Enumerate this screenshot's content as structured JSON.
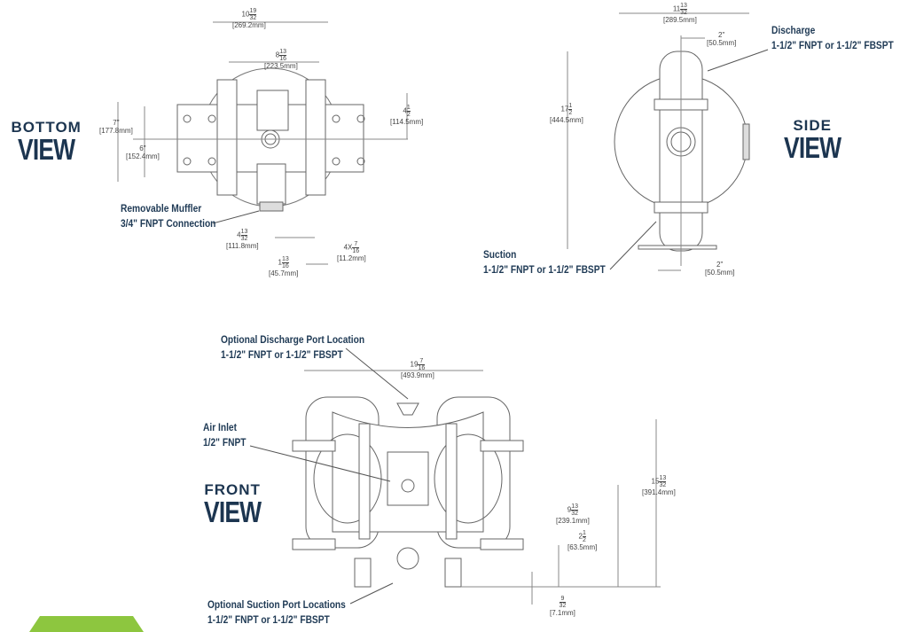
{
  "bottom_view": {
    "title_top": "BOTTOM",
    "title_bottom": "VIEW",
    "muffler_line1": "Removable Muffler",
    "muffler_line2": "3/4\" FNPT Connection",
    "dims": [
      {
        "whole": "10",
        "num": "19",
        "den": "32",
        "mm": "[269.2mm]"
      },
      {
        "whole": "8",
        "num": "13",
        "den": "16",
        "mm": "[223.5mm]"
      },
      {
        "whole": "4",
        "num": "1",
        "den": "2",
        "mm": "[114.5mm]"
      },
      {
        "whole": "7\"",
        "num": "",
        "den": "",
        "mm": "[177.8mm]"
      },
      {
        "whole": "6\"",
        "num": "",
        "den": "",
        "mm": "[152.4mm]"
      },
      {
        "whole": "4",
        "num": "13",
        "den": "32",
        "mm": "[111.8mm]"
      },
      {
        "whole": "1",
        "num": "13",
        "den": "16",
        "mm": "[45.7mm]"
      },
      {
        "whole": "4X",
        "num": "7",
        "den": "16",
        "mm": "[11.2mm]"
      }
    ]
  },
  "side_view": {
    "title_top": "SIDE",
    "title_bottom": "VIEW",
    "discharge_line1": "Discharge",
    "discharge_line2": "1-1/2\" FNPT or 1-1/2\" FBSPT",
    "suction_line1": "Suction",
    "suction_line2": "1-1/2\" FNPT or 1-1/2\" FBSPT",
    "dims": [
      {
        "whole": "11",
        "num": "13",
        "den": "32",
        "mm": "[289.5mm]"
      },
      {
        "whole": "2\"",
        "num": "",
        "den": "",
        "mm": "[50.5mm]"
      },
      {
        "whole": "17",
        "num": "1",
        "den": "2",
        "mm": "[444.5mm]"
      },
      {
        "whole": "2\"",
        "num": "",
        "den": "",
        "mm": "[50.5mm]"
      }
    ]
  },
  "front_view": {
    "title_top": "FRONT",
    "title_bottom": "VIEW",
    "discharge_line1": "Optional Discharge Port Location",
    "discharge_line2": "1-1/2\" FNPT or 1-1/2\" FBSPT",
    "air_line1": "Air Inlet",
    "air_line2": "1/2\" FNPT",
    "suction_line1": "Optional Suction Port Locations",
    "suction_line2": "1-1/2\" FNPT or 1-1/2\" FBSPT",
    "dims": [
      {
        "whole": "19",
        "num": "7",
        "den": "16",
        "mm": "[493.9mm]"
      },
      {
        "whole": "15",
        "num": "13",
        "den": "32",
        "mm": "[391.4mm]"
      },
      {
        "whole": "9",
        "num": "13",
        "den": "32",
        "mm": "[239.1mm]"
      },
      {
        "whole": "2",
        "num": "1",
        "den": "2",
        "mm": "[63.5mm]"
      },
      {
        "whole": "",
        "num": "9",
        "den": "32",
        "mm": "[7.1mm]"
      }
    ]
  },
  "colors": {
    "label": "#1c3550",
    "accent": "#8dc63f",
    "line": "#555555"
  }
}
